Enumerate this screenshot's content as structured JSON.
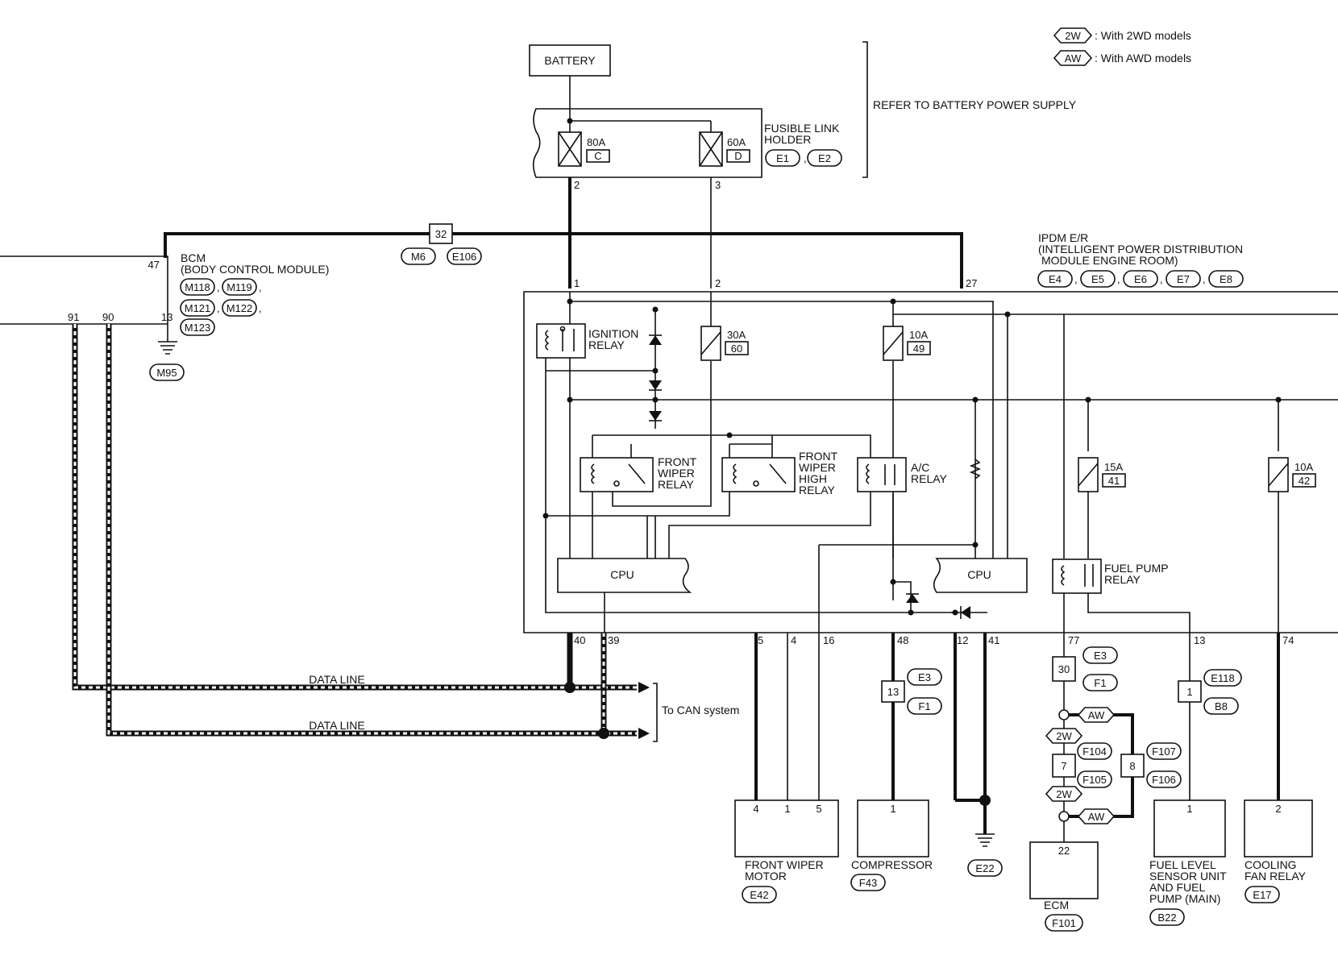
{
  "legend": {
    "tag_2w": "2W",
    "text_2w": ": With 2WD models",
    "tag_aw": "AW",
    "text_aw": ": With AWD models"
  },
  "refer_note": "REFER TO BATTERY POWER SUPPLY",
  "battery": "BATTERY",
  "fusible_link": {
    "title1": "FUSIBLE LINK",
    "title2": "HOLDER",
    "fuse_c_amp": "80A",
    "fuse_c_id": "C",
    "fuse_d_amp": "60A",
    "fuse_d_id": "D",
    "conn1": "E1",
    "conn2": "E2",
    "pin_c": "2",
    "pin_d": "3"
  },
  "bcm": {
    "title1": "BCM",
    "title2": "(BODY CONTROL MODULE)",
    "connectors": [
      "M118",
      "M119",
      "M121",
      "M122",
      "M123"
    ],
    "pin_47": "47",
    "pin_91": "91",
    "pin_90": "90",
    "pin_13": "13",
    "ground": "M95"
  },
  "joint": {
    "id": "32",
    "conn1": "M6",
    "conn2": "E106"
  },
  "ipdm": {
    "title1": "IPDM E/R",
    "title2": "(INTELLIGENT POWER DISTRIBUTION",
    "title3": "MODULE ENGINE ROOM)",
    "connectors": [
      "E4",
      "E5",
      "E6",
      "E7",
      "E8"
    ],
    "pin_in1": "1",
    "pin_in2": "2",
    "pin_in27": "27",
    "ignition_relay": [
      "IGNITION",
      "RELAY"
    ],
    "fuse_30a": "30A",
    "fuse_30a_id": "60",
    "fuse_10a": "10A",
    "fuse_10a_id": "49",
    "front_wiper_relay": [
      "FRONT",
      "WIPER",
      "RELAY"
    ],
    "front_wiper_high_relay": [
      "FRONT",
      "WIPER",
      "HIGH",
      "RELAY"
    ],
    "ac_relay": [
      "A/C",
      "RELAY"
    ],
    "cpu1": "CPU",
    "cpu2": "CPU",
    "fuse_15a": "15A",
    "fuse_15a_id": "41",
    "fuse_10a_b": "10A",
    "fuse_10a_b_id": "42",
    "fuel_pump_relay": [
      "FUEL PUMP",
      "RELAY"
    ],
    "pins_bottom": [
      "40",
      "39",
      "5",
      "4",
      "16",
      "48",
      "12",
      "41",
      "77",
      "13",
      "74"
    ]
  },
  "data_line": {
    "label1": "DATA LINE",
    "label2": "DATA LINE",
    "can": "To CAN system"
  },
  "compressor_joint": {
    "id": "13",
    "conn1": "E3",
    "conn2": "F1"
  },
  "ecm_joint": {
    "id": "30",
    "conn1": "E3",
    "conn2": "F1",
    "aw1": "AW",
    "aw2": "AW",
    "w2_1": "2W",
    "w2_2": "2W",
    "j7": "7",
    "j7_c1": "F104",
    "j7_c2": "F105",
    "j8": "8",
    "j8_c1": "F107",
    "j8_c2": "F106"
  },
  "fuel_joint": {
    "id": "1",
    "conn1": "E118",
    "conn2": "B8"
  },
  "components": {
    "wiper_motor": {
      "name1": "FRONT WIPER",
      "name2": "MOTOR",
      "conn": "E42",
      "pins": [
        "4",
        "1",
        "5"
      ]
    },
    "compressor": {
      "name1": "COMPRESSOR",
      "conn": "F43",
      "pin": "1"
    },
    "ground_e22": "E22",
    "ecm": {
      "name1": "ECM",
      "conn": "F101",
      "pin": "22"
    },
    "fuel_sensor": {
      "name1": "FUEL LEVEL",
      "name2": "SENSOR UNIT",
      "name3": "AND FUEL",
      "name4": "PUMP (MAIN)",
      "conn": "B22",
      "pin": "1"
    },
    "cooling_fan": {
      "name1": "COOLING",
      "name2": "FAN RELAY",
      "conn": "E17",
      "pin": "2"
    }
  }
}
